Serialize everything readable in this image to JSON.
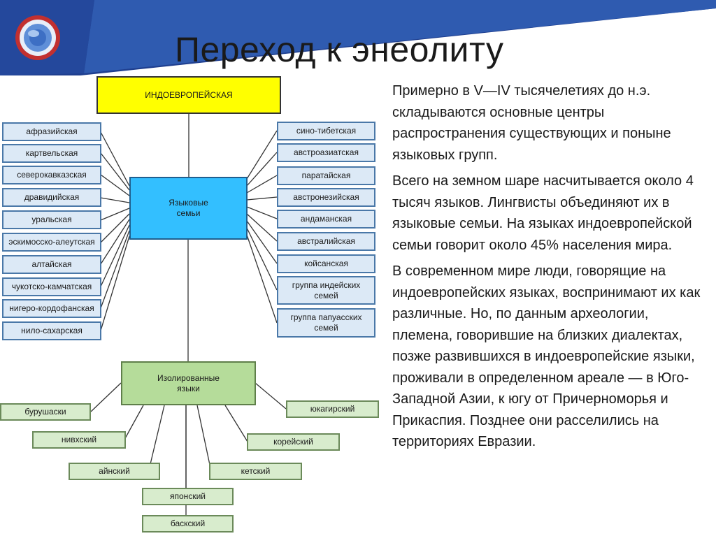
{
  "slide": {
    "title": "Переход к энеолиту",
    "colors": {
      "banner": "#1f3f8f",
      "banner_accent": "#3d6fc4",
      "line": "#333333"
    }
  },
  "diagram": {
    "root": "ИНДОЕВРОПЕЙСКАЯ",
    "center": "Языковые семьи",
    "isolated": "Изолированные языки",
    "left_families": [
      "афразийская",
      "картвельская",
      "северокавказская",
      "дравидийская",
      "уральская",
      "эскимосско-алеутская",
      "алтайская",
      "чукотско-камчатская",
      "нигеро-кордофанская",
      "нило-сахарская"
    ],
    "right_families": [
      "сино-тибетская",
      "австроазиатская",
      "паратайская",
      "австронезийская",
      "андаманская",
      "австралийская",
      "койсанская",
      "группа индейских семей",
      "группа папуасских семей"
    ],
    "isolated_languages": [
      "бурушаски",
      "нивхский",
      "айнский",
      "японский",
      "баскский",
      "кетский",
      "корейский",
      "юкагирский"
    ]
  },
  "text": {
    "paragraphs": [
      "Примерно в V—IV тысячелетиях до н.э. складываются основные центры распространения существующих и поныне языковых групп.",
      "Всего на земном шаре насчитывается около 4 тысяч языков. Лингвисты объединяют их в языковые семьи. На языках индоевропейской семьи говорит около 45% населения мира.",
      "В современном мире люди, говорящие на индоевропейских языках, воспринимают их как различные. Но, по данным археологии, племена, говорившие на близких диалектах, позже развившихся в индоевропейские языки, проживали в определенном ареале — в Юго-Западной Азии, к югу от Причерноморья и Прикаспия. Позднее они расселились на территориях Евразии."
    ]
  }
}
